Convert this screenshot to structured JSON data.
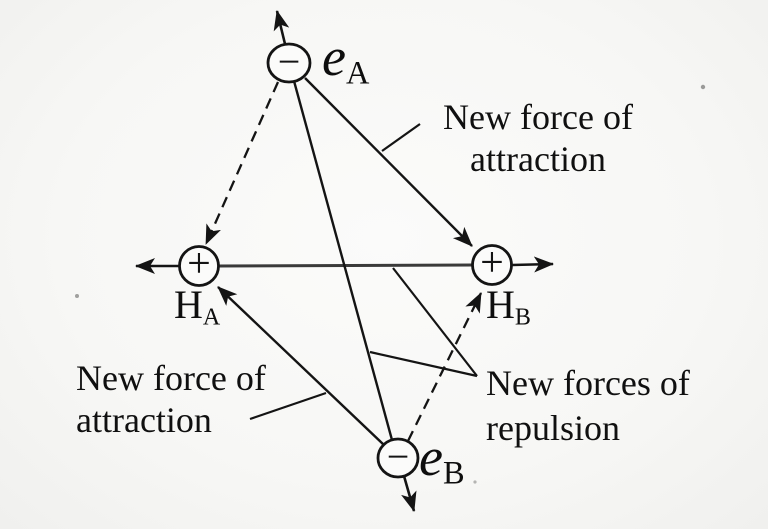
{
  "figure": {
    "description": "Forces between two hydrogen atoms forming a covalent bond",
    "background_color": "#f7f7f5",
    "ink_color": "#141414",
    "particles": {
      "electron_a": {
        "sign": "−",
        "base": "e",
        "sub": "A"
      },
      "electron_b": {
        "sign": "−",
        "base": "e",
        "sub": "B"
      },
      "nucleus_a": {
        "sign": "+",
        "base": "H",
        "sub": "A"
      },
      "nucleus_b": {
        "sign": "+",
        "base": "H",
        "sub": "B"
      }
    },
    "labels": {
      "attraction_top": {
        "line1": "New force of",
        "line2": "attraction"
      },
      "attraction_bottom": {
        "line1": "New force of",
        "line2": "attraction"
      },
      "repulsion": {
        "line1": "New forces of",
        "line2": "repulsion"
      }
    }
  }
}
